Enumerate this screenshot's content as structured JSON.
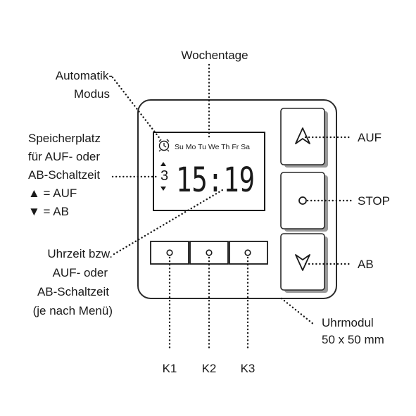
{
  "labels": {
    "wochentage": "Wochentage",
    "automatik_line1": "Automatik-",
    "automatik_line2": "Modus",
    "speicher_line1": "Speicherplatz",
    "speicher_line2": "für AUF- oder",
    "speicher_line3": "AB-Schaltzeit",
    "speicher_line4": "▲ = AUF",
    "speicher_line5": "▼ = AB",
    "uhrzeit_line1": "Uhrzeit bzw.",
    "uhrzeit_line2": "AUF- oder",
    "uhrzeit_line3": "AB-Schaltzeit",
    "uhrzeit_line4": "(je nach Menü)",
    "auf": "AUF",
    "stop": "STOP",
    "ab": "AB",
    "uhrmodul_line1": "Uhrmodul",
    "uhrmodul_line2": "50 x 50 mm",
    "k1": "K1",
    "k2": "K2",
    "k3": "K3"
  },
  "display": {
    "days": "Su Mo Tu We Th Fr Sa",
    "time": "15:19",
    "memory_slot": "3"
  },
  "icons": {
    "auto_mode": "alarm-clock-icon",
    "up": "up-arrow-icon",
    "stop": "stop-circle-icon",
    "down": "down-arrow-icon"
  },
  "colors": {
    "line": "#1a1a1a",
    "shadow": "#9a9a9a"
  }
}
